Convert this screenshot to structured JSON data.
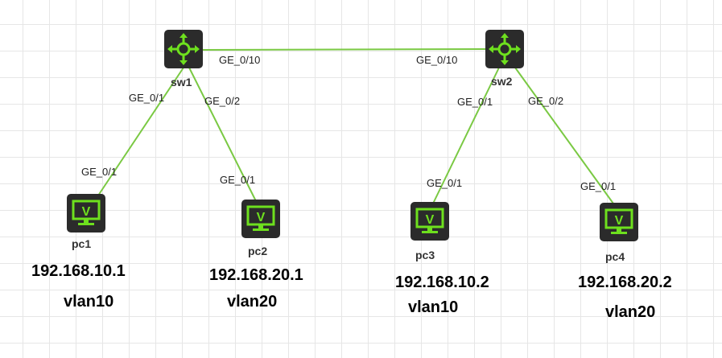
{
  "colors": {
    "link": "#7ac943",
    "icon_bg": "#2b2b2b",
    "icon_accent": "#6ee01e"
  },
  "devices": {
    "sw1": {
      "name": "sw1",
      "icon": "switch-icon"
    },
    "sw2": {
      "name": "sw2",
      "icon": "switch-icon"
    },
    "pc1": {
      "name": "pc1",
      "icon": "pc-monitor-icon",
      "ip": "192.168.10.1",
      "vlan": "vlan10"
    },
    "pc2": {
      "name": "pc2",
      "icon": "pc-monitor-icon",
      "ip": "192.168.20.1",
      "vlan": "vlan20"
    },
    "pc3": {
      "name": "pc3",
      "icon": "pc-monitor-icon",
      "ip": "192.168.10.2",
      "vlan": "vlan10"
    },
    "pc4": {
      "name": "pc4",
      "icon": "pc-monitor-icon",
      "ip": "192.168.20.2",
      "vlan": "vlan20"
    }
  },
  "links": [
    {
      "from": "sw1",
      "from_port": "GE_0/10",
      "to": "sw2",
      "to_port": "GE_0/10"
    },
    {
      "from": "sw1",
      "from_port": "GE_0/1",
      "to": "pc1",
      "to_port": "GE_0/1"
    },
    {
      "from": "sw1",
      "from_port": "GE_0/2",
      "to": "pc2",
      "to_port": "GE_0/1"
    },
    {
      "from": "sw2",
      "from_port": "GE_0/1",
      "to": "pc3",
      "to_port": "GE_0/1"
    },
    {
      "from": "sw2",
      "from_port": "GE_0/2",
      "to": "pc4",
      "to_port": "GE_0/1"
    }
  ]
}
